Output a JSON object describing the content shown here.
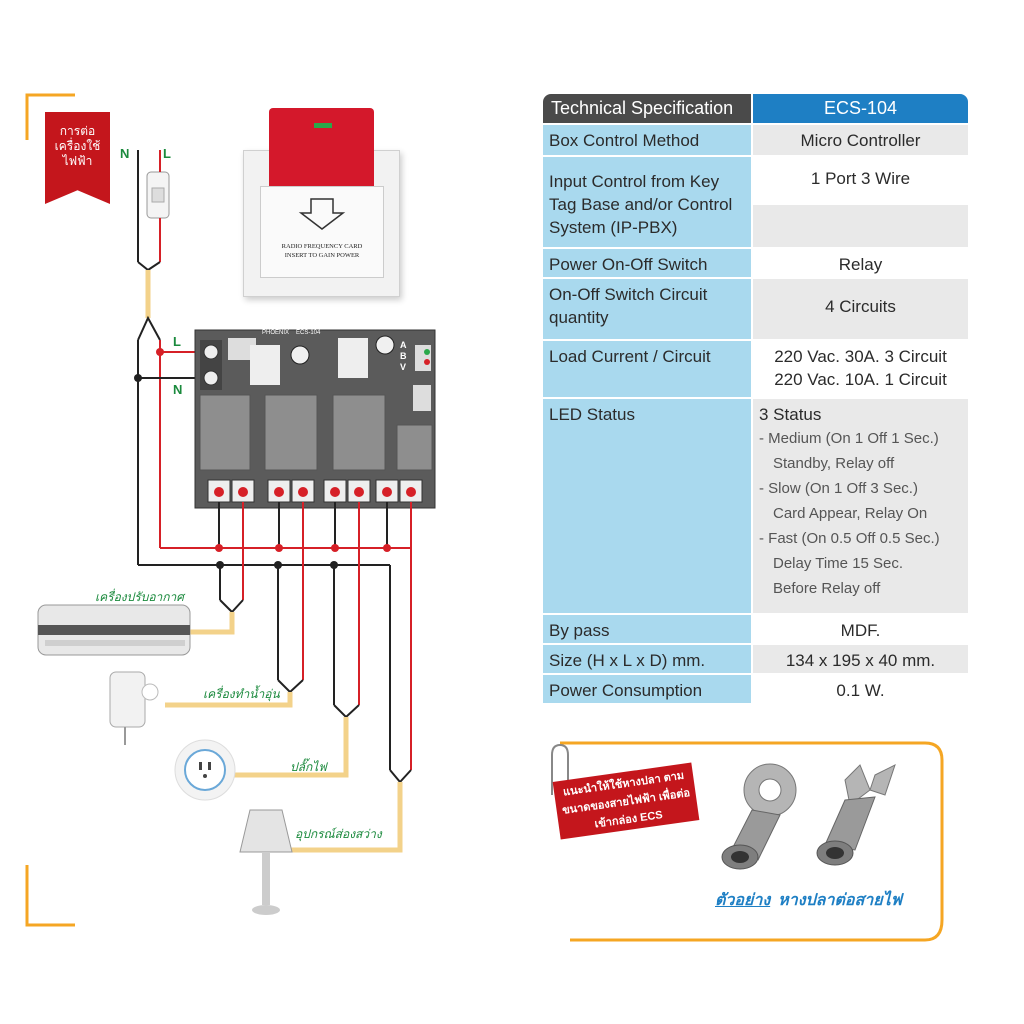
{
  "banner": {
    "text": "การต่อ เครื่องใช้ ไฟฟ้า"
  },
  "wiring": {
    "n": "N",
    "l": "L",
    "l2": "L",
    "n2": "N",
    "abv": "A B V",
    "brand": "PHOENIX",
    "model_tag": "ECS-104"
  },
  "card_switch": {
    "line1": "RADIO FREQUENCY CARD",
    "line2": "INSERT TO GAIN POWER"
  },
  "appliances": {
    "ac": "เครื่องปรับอากาศ",
    "heater": "เครื่องทำน้ำอุ่น",
    "socket": "ปลั๊กไฟ",
    "lamp": "อุปกรณ์ส่องสว่าง"
  },
  "spec": {
    "header_left": "Technical Specification",
    "header_right": "ECS-104",
    "rows": [
      {
        "label": "Box Control Method",
        "value": "Micro Controller"
      },
      {
        "label": "Input Control  from Key Tag Base and/or Control System (IP-PBX)",
        "value": "1 Port 3 Wire"
      },
      {
        "label": "Power On-Off Switch",
        "value": "Relay"
      },
      {
        "label": "On-Off Switch Circuit quantity",
        "value": "4 Circuits"
      },
      {
        "label": "Load Current / Circuit",
        "value": "220 Vac. 30A. 3 Circuit",
        "value2": "220 Vac. 10A. 1 Circuit"
      },
      {
        "label": "LED Status",
        "value": "3 Status"
      },
      {
        "label": "By pass",
        "value": "MDF."
      },
      {
        "label": "Size (H x L x D) mm.",
        "value": "134 x 195 x 40 mm."
      },
      {
        "label": "Power Consumption",
        "value": "0.1 W."
      }
    ],
    "led_lines": [
      "- Medium (On 1 Off 1 Sec.)",
      "Standby, Relay off",
      "- Slow (On 1 Off 3 Sec.)",
      "Card Appear, Relay On",
      "- Fast (On 0.5 Off 0.5 Sec.)",
      "Delay Time 15 Sec.",
      "Before Relay off"
    ]
  },
  "note": {
    "text": "แนะนำให้ใช้หางปลา ตามขนาดของสายไฟฟ้า เพื่อต่อเข้ากล่อง ECS"
  },
  "caption": {
    "example": "ตัวอย่าง",
    "text": "หางปลาต่อสายไฟ"
  }
}
